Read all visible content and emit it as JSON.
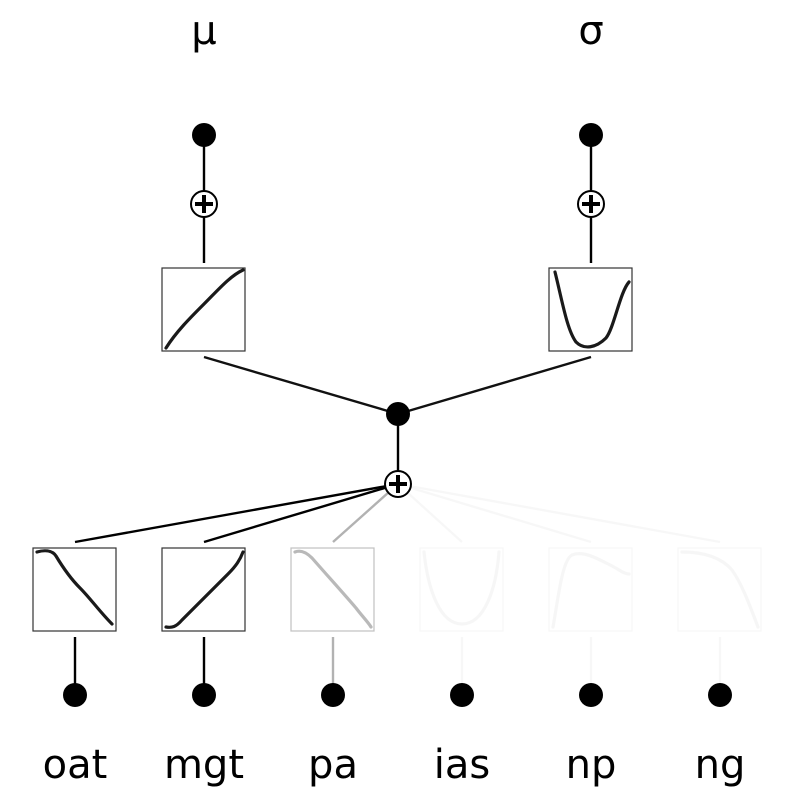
{
  "outputs": [
    {
      "id": "mu",
      "label": "μ",
      "activation": "increasing"
    },
    {
      "id": "sigma",
      "label": "σ",
      "activation": "u-shape"
    }
  ],
  "inputs": [
    {
      "id": "oat",
      "label": "oat",
      "opacity": 1.0,
      "activation": "decreasing"
    },
    {
      "id": "mgt",
      "label": "mgt",
      "opacity": 1.0,
      "activation": "increasing"
    },
    {
      "id": "pa",
      "label": "pa",
      "opacity": 0.3,
      "activation": "decreasing"
    },
    {
      "id": "ias",
      "label": "ias",
      "opacity": 0.03,
      "activation": "u-shape"
    },
    {
      "id": "np",
      "label": "np",
      "opacity": 0.03,
      "activation": "plateau"
    },
    {
      "id": "ng",
      "label": "ng",
      "opacity": 0.03,
      "activation": "flat-then-drop"
    }
  ],
  "colors": {
    "line": "#000000",
    "box_stroke": "#333333",
    "curve": "#1a1a1a"
  }
}
